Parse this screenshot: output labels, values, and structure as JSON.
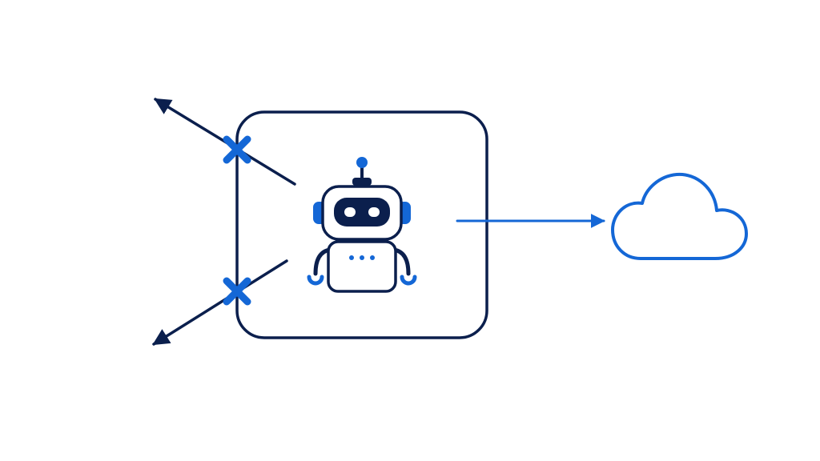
{
  "colors": {
    "background": "#ffffff",
    "navy": "#0b1f4d",
    "blue": "#1467d6",
    "robot_fill": "#ffffff",
    "visor": "#0b1f4d",
    "eye": "#ffffff"
  },
  "diagram": {
    "container": "sandbox-boundary",
    "agent_icon": "robot-icon",
    "allowed_target_icon": "cloud-icon",
    "blocked_marker_icon": "x-mark-icon",
    "connections": [
      {
        "from": "robot",
        "to": "cloud",
        "state": "allowed"
      },
      {
        "from": "robot",
        "to": "upper-left-outside",
        "state": "blocked"
      },
      {
        "from": "robot",
        "to": "lower-left-outside",
        "state": "blocked"
      }
    ]
  }
}
